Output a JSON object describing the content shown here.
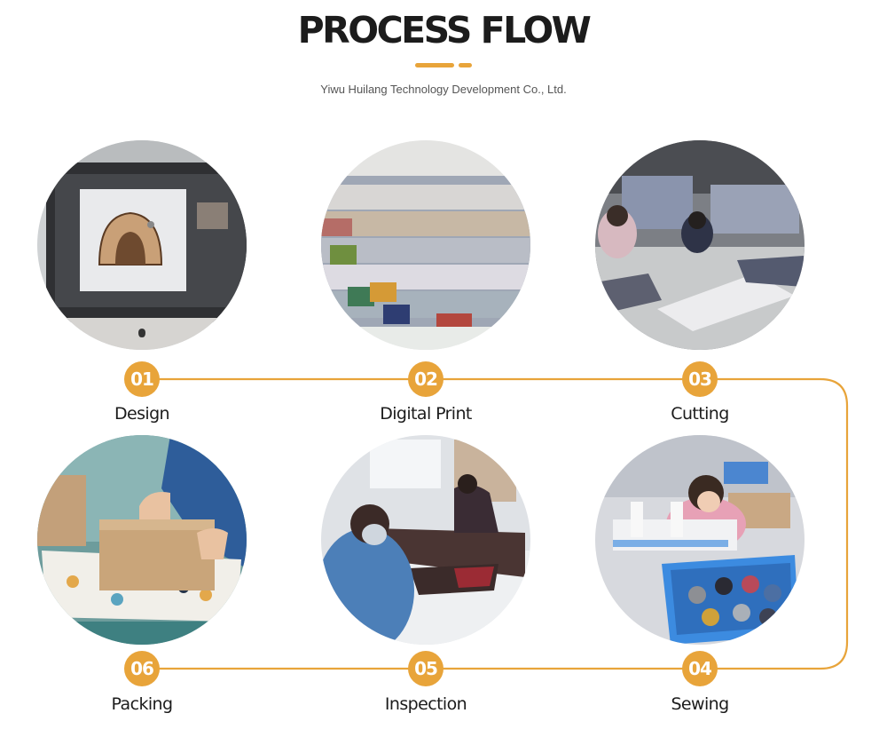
{
  "header": {
    "title": "PROCESS FLOW",
    "subtitle": "Yiwu Huilang Technology Development Co., Ltd."
  },
  "colors": {
    "accent": "#E8A43A",
    "title": "#1C1C1C",
    "subtitle": "#555555",
    "background": "#FFFFFF"
  },
  "steps": [
    {
      "number": "01",
      "label": "Design",
      "photo": "designer-monitor-pet-house-photo"
    },
    {
      "number": "02",
      "label": "Digital Print",
      "photo": "fabric-rolls-rack-photo"
    },
    {
      "number": "03",
      "label": "Cutting",
      "photo": "workers-cutting-fabric-photo"
    },
    {
      "number": "04",
      "label": "Sewing",
      "photo": "worker-sewing-machine-photo"
    },
    {
      "number": "05",
      "label": "Inspection",
      "photo": "workers-inspecting-garments-photo"
    },
    {
      "number": "06",
      "label": "Packing",
      "photo": "packing-box-on-pet-bed-photo"
    }
  ]
}
